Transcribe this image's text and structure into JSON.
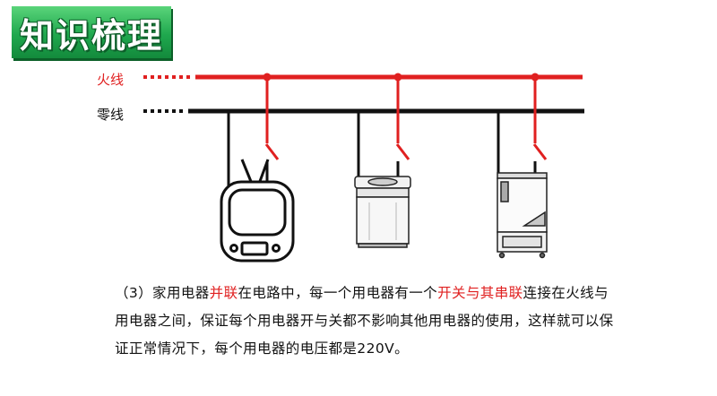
{
  "title": "知识梳理",
  "wires": {
    "live_label": "火线",
    "neutral_label": "零线"
  },
  "paragraph": {
    "part1": "（3）家用电器",
    "highlight1": "并联",
    "part2": "在电路中，每一个用电器有一个",
    "highlight2": "开关与其串联",
    "part3": "连接在火线与用电器之间，保证每个用电器开与关都不影响其他用电器的使用，这样就可以保证正常情况下，每个用电器的电压都是220V。"
  },
  "appliances": [
    "television-icon",
    "washing-machine-icon",
    "refrigerator-icon"
  ],
  "colors": {
    "live_wire": "#e02020",
    "neutral_wire": "#111111",
    "title_green": "#1fa84e",
    "highlight": "#e02020"
  }
}
